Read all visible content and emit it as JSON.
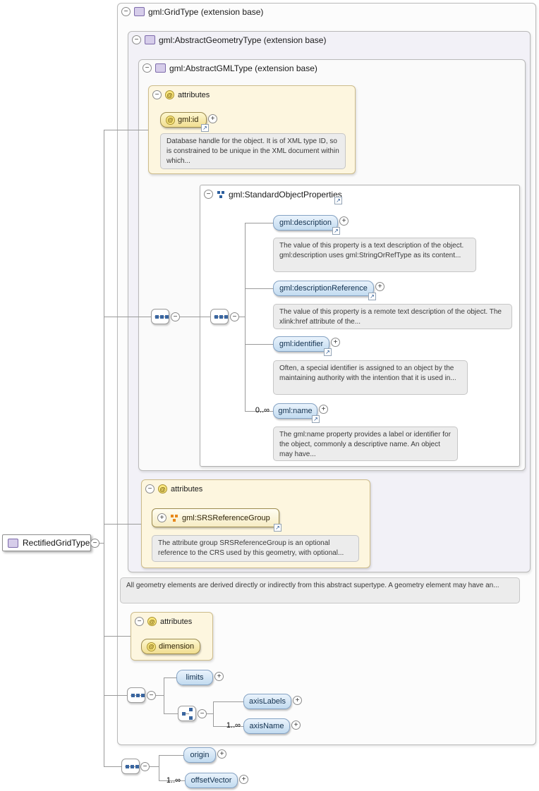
{
  "icons": {
    "minus": "−",
    "plus": "+",
    "at": "@",
    "link": "↗"
  },
  "frames": {
    "grid_type": "gml:GridType (extension base)",
    "abstract_geometry_type": "gml:AbstractGeometryType (extension base)",
    "abstract_gml_type": "gml:AbstractGMLType (extension base)"
  },
  "root_element": {
    "label": "RectifiedGridType"
  },
  "abstract_gml_attributes": {
    "title": "attributes",
    "attribute": "gml:id",
    "doc": "Database handle for the object. It is of XML type ID, so is constrained to be unique in the XML document within which..."
  },
  "standard_object_properties": {
    "title": "gml:StandardObjectProperties",
    "elements": [
      {
        "name": "gml:description",
        "doc": "The value of this property is a text description of the object. gml:description uses gml:StringOrRefType as its content..."
      },
      {
        "name": "gml:descriptionReference",
        "doc": "The value of this property is a remote text description of the object. The xlink:href attribute of the..."
      },
      {
        "name": "gml:identifier",
        "doc": "Often, a special identifier is assigned to an object by the maintaining authority with the intention that it is used in..."
      },
      {
        "name": "gml:name",
        "cardinality": "0..∞",
        "doc": "The gml:name property provides a label or identifier for the object, commonly a descriptive name. An object may have..."
      }
    ]
  },
  "geometry_attributes": {
    "title": "attributes",
    "attribute_group": "gml:SRSReferenceGroup",
    "doc": "The attribute group SRSReferenceGroup is an optional reference to the CRS used by this geometry, with optional..."
  },
  "geometry_doc": "All geometry elements are derived directly or indirectly from this abstract supertype. A geometry element may have an...",
  "grid_attributes": {
    "title": "attributes",
    "attribute": "dimension"
  },
  "grid_content": {
    "limits": "limits",
    "axis_labels": "axisLabels",
    "axis_name": "axisName",
    "axis_name_cardinality": "1..∞"
  },
  "rectified_content": {
    "origin": "origin",
    "offset_vector": "offsetVector",
    "offset_vector_cardinality": "1..∞"
  }
}
